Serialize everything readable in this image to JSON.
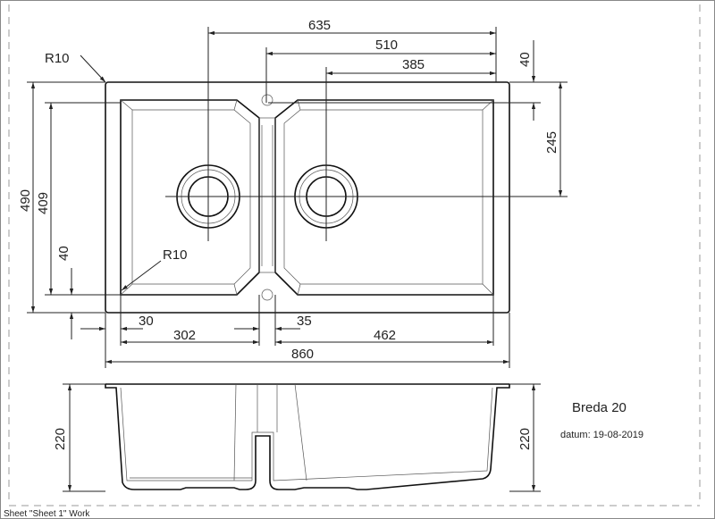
{
  "title_block": {
    "model": "Breda 20",
    "date": "datum: 19-08-2019"
  },
  "sheet_label": "Sheet \"Sheet 1\" Work",
  "dimensions": {
    "overall_length": "860",
    "overall_width": "490",
    "inner_depth": "409",
    "drain_left_from_right": "635",
    "divider_from_right": "510",
    "drain_right_from_right": "385",
    "top_margin": "40",
    "drain_from_top": "245",
    "bottom_margin": "40",
    "left_margin": "30",
    "left_bowl": "302",
    "divider": "35",
    "right_bowl": "462",
    "depth_left": "220",
    "depth_right": "220",
    "outer_radius": "R10",
    "inner_radius": "R10"
  }
}
